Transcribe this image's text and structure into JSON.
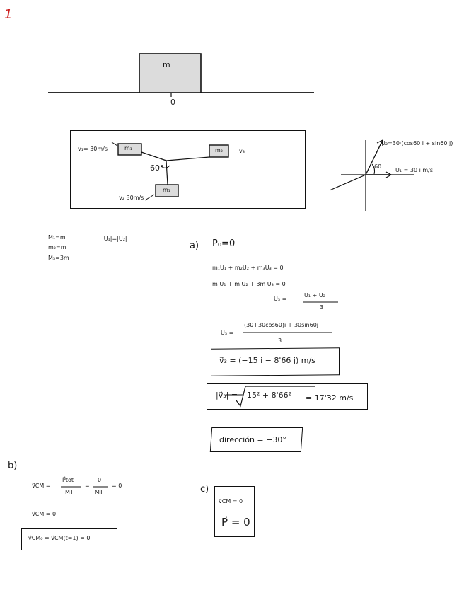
{
  "page_number": "1",
  "figure_top": {
    "block_label": "m",
    "origin_label": "0"
  },
  "figure_collision": {
    "v1_label": "v₁= 30m/s",
    "m1_label": "m₁",
    "m2_label": "m₂",
    "v3_label": "v₃",
    "m3_label": "m₁",
    "v2_label": "v₂ 30m/s",
    "angle_label": "60°"
  },
  "figure_axes": {
    "v2_vector_label": "U₂=30·(cos60 i + sin60 j)",
    "v1_vector_label": "U₁ = 30 i m/s",
    "angle_label": "60"
  },
  "givens": {
    "line1": "M₁=m",
    "line2": "m₂=m",
    "line3": "M₃=3m",
    "norm_note": "|U₁|=|U₂|"
  },
  "part_a": {
    "label": "a)",
    "p0": "P₀=0",
    "eq1": "m₁U₁ + m₂U₂ + m₃U₃ = 0",
    "eq2": "m U₁ + m U₂ + 3m U₃ = 0",
    "eq3_lhs": "U₃ = −",
    "eq3_num": "U₁ + U₂",
    "eq3_den": "3",
    "eq4_lhs": "U₃ = −",
    "eq4_num": "(30+30cos60)i + 30sin60j",
    "eq4_den": "3",
    "result1": "v⃗₃ = (−15 i − 8'66 j) m/s",
    "result2_lhs": "|v⃗₃| =",
    "result2_rad": "15² + 8'66²",
    "result2_rhs": "= 17'32 m/s",
    "result3": "dirección = −30°"
  },
  "part_b": {
    "label": "b)",
    "eq1_lhs": "v⃗CM =",
    "eq1_frac1_num": "P⃗tot",
    "eq1_frac1_den": "MT",
    "eq1_eq": "=",
    "eq1_frac2_num": "0",
    "eq1_frac2_den": "MT",
    "eq1_rhs": "= 0",
    "eq2": "v⃗CM = 0",
    "result": "v⃗CM₀ = v⃗CM(t=1) = 0"
  },
  "part_c": {
    "label": "c)",
    "line1": "v⃗CM = 0",
    "line2": "P⃗ = 0"
  },
  "ink_color": "#1a1a1a",
  "page_number_color": "#cc1f1f"
}
